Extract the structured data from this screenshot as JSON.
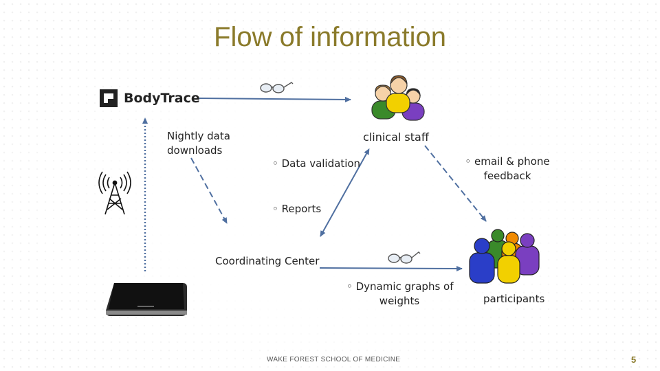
{
  "slide": {
    "title": "Flow of information",
    "logo_text": "BodyTrace",
    "labels": {
      "nightly_line1": "Nightly data",
      "nightly_line2": "downloads",
      "clinical_staff": "clinical staff",
      "data_validation": "◦ Data validation",
      "email_line1": "◦ email & phone",
      "email_line2": "feedback",
      "reports": "◦ Reports",
      "coordinating_center": "Coordinating Center",
      "graphs_line1": "◦ Dynamic graphs of",
      "graphs_line2": "weights",
      "participants": "participants"
    },
    "footer": "WAKE FOREST SCHOOL OF MEDICINE",
    "page_number": "5"
  },
  "colors": {
    "title": "#8a7a2a",
    "arrow": "#4f6fa0",
    "person_yellow": "#f2d000",
    "person_green": "#3a8a2a",
    "person_purple": "#7a3fc0",
    "person_blue": "#2a3ec8",
    "person_orange": "#f08a00"
  },
  "icons": [
    "bodytrace-logo-icon",
    "glasses-icon",
    "clinical-staff-icon",
    "antenna-tower-icon",
    "scale-icon",
    "participants-icon"
  ]
}
